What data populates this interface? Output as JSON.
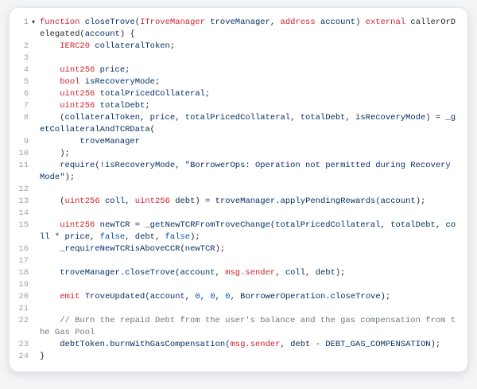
{
  "theme": {
    "page_bg": "#f3f5f7",
    "card_bg": "#ffffff",
    "card_border": "#e3e6ea",
    "gutter_color": "#9aa3ad",
    "colors": {
      "pl": "#1f2328",
      "kw": "#cf222e",
      "id": "#032f62",
      "num": "#0550ae",
      "str": "#0a3069",
      "com": "#6e7781"
    }
  },
  "icons": {
    "fold": "▾"
  },
  "code": {
    "language": "solidity",
    "lines": [
      {
        "num": 1,
        "fold": true,
        "tokens": [
          [
            "kw",
            "function"
          ],
          [
            "pl",
            " "
          ],
          [
            "id",
            "closeTrove"
          ],
          [
            "pl",
            "("
          ],
          [
            "kw",
            "ITroveManager"
          ],
          [
            "pl",
            " "
          ],
          [
            "id",
            "troveManager"
          ],
          [
            "pl",
            ", "
          ],
          [
            "kw",
            "address"
          ],
          [
            "pl",
            " "
          ],
          [
            "id",
            "account"
          ],
          [
            "pl",
            ") "
          ],
          [
            "kw",
            "external"
          ],
          [
            "pl",
            " callerOrDelegated("
          ],
          [
            "id",
            "account"
          ],
          [
            "pl",
            ") {"
          ]
        ]
      },
      {
        "num": 2,
        "tokens": [
          [
            "pl",
            "    "
          ],
          [
            "kw",
            "IERC20"
          ],
          [
            "pl",
            " "
          ],
          [
            "id",
            "collateralToken"
          ],
          [
            "pl",
            ";"
          ]
        ]
      },
      {
        "num": 3,
        "tokens": []
      },
      {
        "num": 4,
        "tokens": [
          [
            "pl",
            "    "
          ],
          [
            "kw",
            "uint256"
          ],
          [
            "pl",
            " "
          ],
          [
            "id",
            "price"
          ],
          [
            "pl",
            ";"
          ]
        ]
      },
      {
        "num": 5,
        "tokens": [
          [
            "pl",
            "    "
          ],
          [
            "kw",
            "bool"
          ],
          [
            "pl",
            " "
          ],
          [
            "id",
            "isRecoveryMode"
          ],
          [
            "pl",
            ";"
          ]
        ]
      },
      {
        "num": 6,
        "tokens": [
          [
            "pl",
            "    "
          ],
          [
            "kw",
            "uint256"
          ],
          [
            "pl",
            " "
          ],
          [
            "id",
            "totalPricedCollateral"
          ],
          [
            "pl",
            ";"
          ]
        ]
      },
      {
        "num": 7,
        "tokens": [
          [
            "pl",
            "    "
          ],
          [
            "kw",
            "uint256"
          ],
          [
            "pl",
            " "
          ],
          [
            "id",
            "totalDebt"
          ],
          [
            "pl",
            ";"
          ]
        ]
      },
      {
        "num": 8,
        "tokens": [
          [
            "pl",
            "    ("
          ],
          [
            "id",
            "collateralToken"
          ],
          [
            "pl",
            ", "
          ],
          [
            "id",
            "price"
          ],
          [
            "pl",
            ", "
          ],
          [
            "id",
            "totalPricedCollateral"
          ],
          [
            "pl",
            ", "
          ],
          [
            "id",
            "totalDebt"
          ],
          [
            "pl",
            ", "
          ],
          [
            "id",
            "isRecoveryMode"
          ],
          [
            "pl",
            ") = "
          ],
          [
            "id",
            "_getCollateralAndTCRData"
          ],
          [
            "pl",
            "("
          ]
        ]
      },
      {
        "num": 9,
        "tokens": [
          [
            "pl",
            "        "
          ],
          [
            "id",
            "troveManager"
          ]
        ]
      },
      {
        "num": 10,
        "tokens": [
          [
            "pl",
            "    );"
          ]
        ]
      },
      {
        "num": 11,
        "tokens": [
          [
            "pl",
            "    "
          ],
          [
            "id",
            "require"
          ],
          [
            "pl",
            "(!"
          ],
          [
            "id",
            "isRecoveryMode"
          ],
          [
            "pl",
            ", "
          ],
          [
            "str",
            "\"BorrowerOps: Operation not permitted during Recovery Mode\""
          ],
          [
            "pl",
            ");"
          ]
        ]
      },
      {
        "num": 12,
        "tokens": []
      },
      {
        "num": 13,
        "tokens": [
          [
            "pl",
            "    ("
          ],
          [
            "kw",
            "uint256"
          ],
          [
            "pl",
            " "
          ],
          [
            "id",
            "coll"
          ],
          [
            "pl",
            ", "
          ],
          [
            "kw",
            "uint256"
          ],
          [
            "pl",
            " "
          ],
          [
            "id",
            "debt"
          ],
          [
            "pl",
            ") = "
          ],
          [
            "id",
            "troveManager"
          ],
          [
            "pl",
            "."
          ],
          [
            "id",
            "applyPendingRewards"
          ],
          [
            "pl",
            "("
          ],
          [
            "id",
            "account"
          ],
          [
            "pl",
            ");"
          ]
        ]
      },
      {
        "num": 14,
        "tokens": []
      },
      {
        "num": 15,
        "tokens": [
          [
            "pl",
            "    "
          ],
          [
            "kw",
            "uint256"
          ],
          [
            "pl",
            " "
          ],
          [
            "id",
            "newTCR"
          ],
          [
            "pl",
            " = "
          ],
          [
            "id",
            "_getNewTCRFromTroveChange"
          ],
          [
            "pl",
            "("
          ],
          [
            "id",
            "totalPricedCollateral"
          ],
          [
            "pl",
            ", "
          ],
          [
            "id",
            "totalDebt"
          ],
          [
            "pl",
            ", "
          ],
          [
            "id",
            "coll"
          ],
          [
            "pl",
            " * "
          ],
          [
            "id",
            "price"
          ],
          [
            "pl",
            ", "
          ],
          [
            "num",
            "false"
          ],
          [
            "pl",
            ", "
          ],
          [
            "id",
            "debt"
          ],
          [
            "pl",
            ", "
          ],
          [
            "num",
            "false"
          ],
          [
            "pl",
            ");"
          ]
        ]
      },
      {
        "num": 16,
        "tokens": [
          [
            "pl",
            "    "
          ],
          [
            "id",
            "_requireNewTCRisAboveCCR"
          ],
          [
            "pl",
            "("
          ],
          [
            "id",
            "newTCR"
          ],
          [
            "pl",
            ");"
          ]
        ]
      },
      {
        "num": 17,
        "tokens": []
      },
      {
        "num": 18,
        "tokens": [
          [
            "pl",
            "    "
          ],
          [
            "id",
            "troveManager"
          ],
          [
            "pl",
            "."
          ],
          [
            "id",
            "closeTrove"
          ],
          [
            "pl",
            "("
          ],
          [
            "id",
            "account"
          ],
          [
            "pl",
            ", "
          ],
          [
            "kw",
            "msg.sender"
          ],
          [
            "pl",
            ", "
          ],
          [
            "id",
            "coll"
          ],
          [
            "pl",
            ", "
          ],
          [
            "id",
            "debt"
          ],
          [
            "pl",
            ");"
          ]
        ]
      },
      {
        "num": 19,
        "tokens": []
      },
      {
        "num": 20,
        "tokens": [
          [
            "pl",
            "    "
          ],
          [
            "kw",
            "emit"
          ],
          [
            "pl",
            " "
          ],
          [
            "id",
            "TroveUpdated"
          ],
          [
            "pl",
            "("
          ],
          [
            "id",
            "account"
          ],
          [
            "pl",
            ", "
          ],
          [
            "num",
            "0"
          ],
          [
            "pl",
            ", "
          ],
          [
            "num",
            "0"
          ],
          [
            "pl",
            ", "
          ],
          [
            "num",
            "0"
          ],
          [
            "pl",
            ", "
          ],
          [
            "id",
            "BorrowerOperation"
          ],
          [
            "pl",
            "."
          ],
          [
            "id",
            "closeTrove"
          ],
          [
            "pl",
            ");"
          ]
        ]
      },
      {
        "num": 21,
        "tokens": []
      },
      {
        "num": 22,
        "tokens": [
          [
            "pl",
            "    "
          ],
          [
            "com",
            "// Burn the repaid Debt from the user's balance and the gas compensation from the Gas Pool"
          ]
        ]
      },
      {
        "num": 23,
        "tokens": [
          [
            "pl",
            "    "
          ],
          [
            "id",
            "debtToken"
          ],
          [
            "pl",
            "."
          ],
          [
            "id",
            "burnWithGasCompensation"
          ],
          [
            "pl",
            "("
          ],
          [
            "kw",
            "msg.sender"
          ],
          [
            "pl",
            ", "
          ],
          [
            "id",
            "debt"
          ],
          [
            "pl",
            " - "
          ],
          [
            "id",
            "DEBT_GAS_COMPENSATION"
          ],
          [
            "pl",
            ");"
          ]
        ]
      },
      {
        "num": 24,
        "tokens": [
          [
            "pl",
            "}"
          ]
        ]
      }
    ]
  }
}
